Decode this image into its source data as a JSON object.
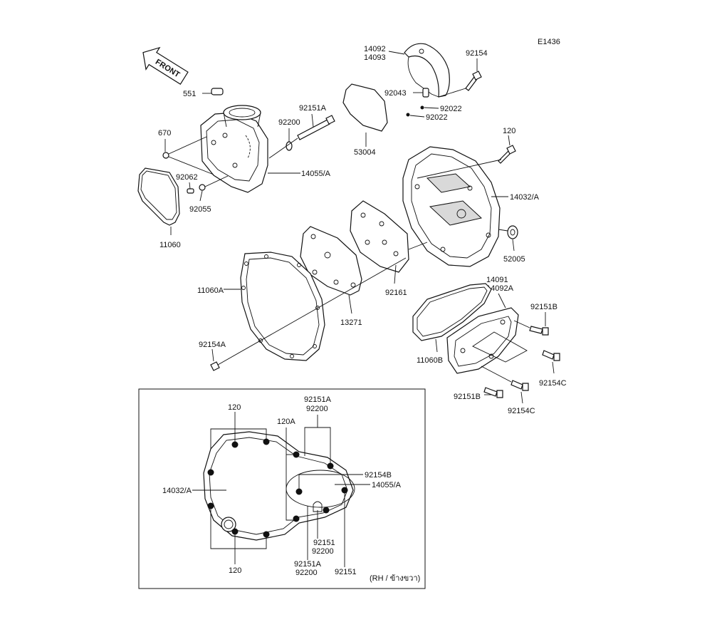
{
  "drawing_code": "E1436",
  "front_label": "FRONT",
  "parts": {
    "p551": "551",
    "p670": "670",
    "p92062": "92062",
    "p92055": "92055",
    "p11060": "11060",
    "p92200": "92200",
    "p92151A": "92151A",
    "p14055A": "14055/A",
    "p14092": "14092",
    "p14093": "14093",
    "p92154": "92154",
    "p92043": "92043",
    "p92022a": "92022",
    "p92022b": "92022",
    "p53004": "53004",
    "p120": "120",
    "p14032A": "14032/A",
    "p52005": "52005",
    "p92161": "92161",
    "p11060A": "11060A",
    "p13271": "13271",
    "p92154A": "92154A",
    "p14091": "14091",
    "p14092A": "14092A",
    "p92151B": "92151B",
    "p11060B": "11060B",
    "p92154C": "92154C",
    "p92151B2": "92151B",
    "p92154C2": "92154C"
  },
  "inset": {
    "l_120_top": "120",
    "l_120A": "120A",
    "l_92151A_top": "92151A",
    "l_92200_top": "92200",
    "l_14032A": "14032/A",
    "l_92154B": "92154B",
    "l_14055A": "14055/A",
    "l_92151_mid": "92151",
    "l_92200_mid": "92200",
    "l_92151A_bot": "92151A",
    "l_92200_bot": "92200",
    "l_92151_bot": "92151",
    "l_120_bot": "120",
    "caption": "(RH / ข้างขวา)"
  }
}
